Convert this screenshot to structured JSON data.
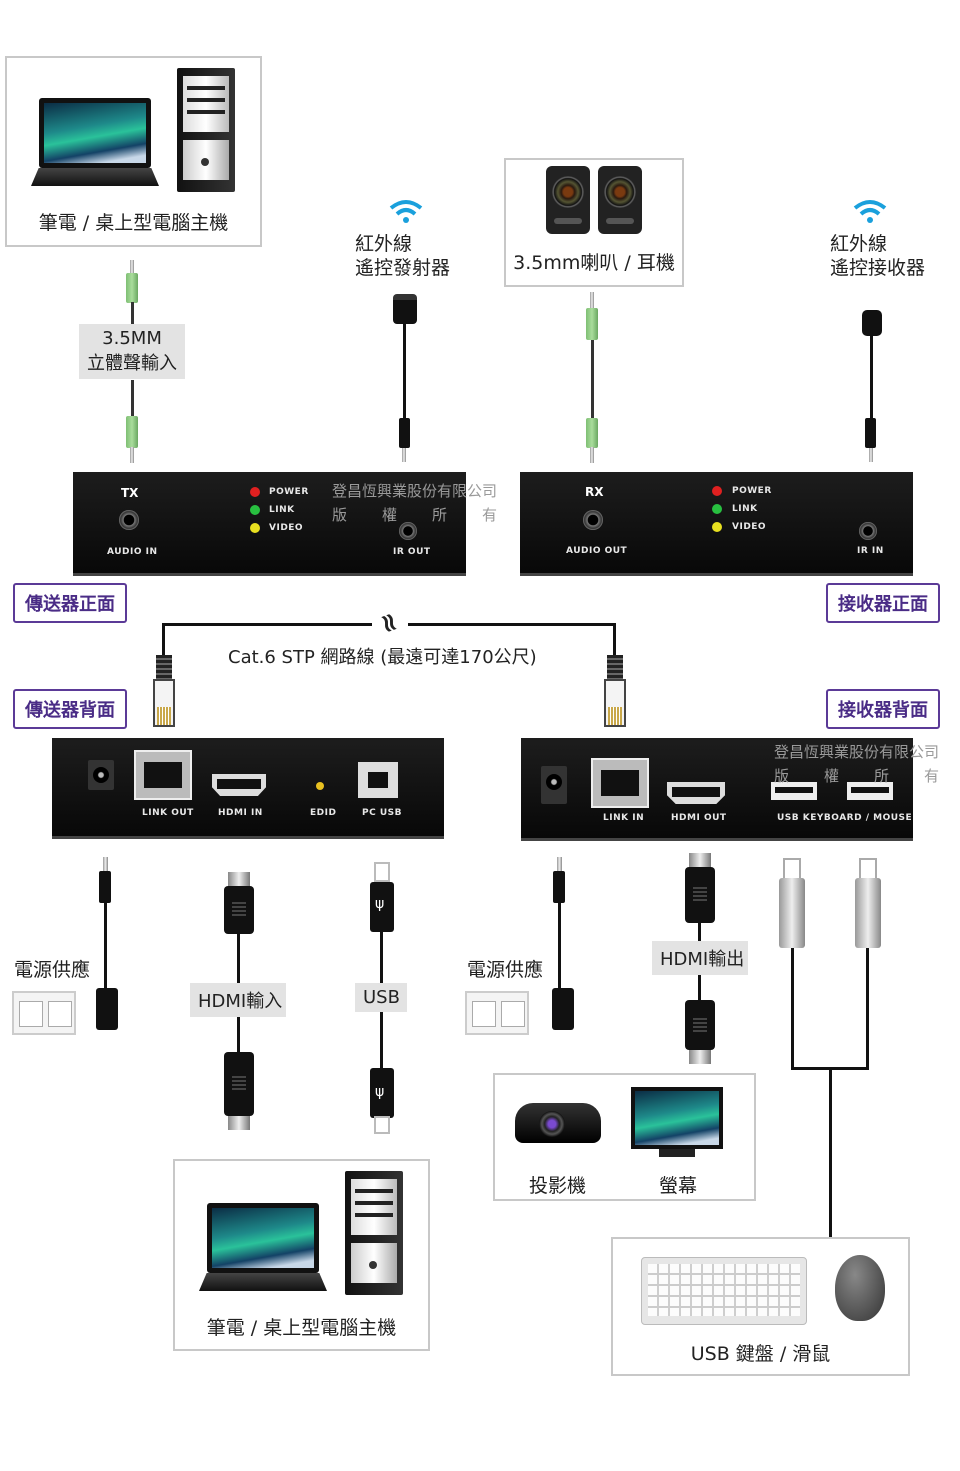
{
  "top_computer_caption": "筆電 / 桌上型電腦主機",
  "ir_tx_caption_line1": "紅外線",
  "ir_tx_caption_line2": "遙控發射器",
  "speaker_caption": "3.5mm喇叭 / 耳機",
  "ir_rx_caption_line1": "紅外線",
  "ir_rx_caption_line2": "遙控接收器",
  "audio_cable_label_line1": "3.5MM",
  "audio_cable_label_line2": "立體聲輸入",
  "tx_front": {
    "title": "TX",
    "audio_in": "AUDIO IN",
    "power": "POWER",
    "link": "LINK",
    "video": "VIDEO",
    "ir_out": "IR OUT"
  },
  "rx_front": {
    "title": "RX",
    "audio_out": "AUDIO OUT",
    "power": "POWER",
    "link": "LINK",
    "video": "VIDEO",
    "ir_in": "IR IN"
  },
  "watermark_line1": "登昌恆興業股份有限公司",
  "watermark_line2": [
    "版",
    "權",
    "所",
    "有"
  ],
  "tx_front_tag": "傳送器正面",
  "rx_front_tag": "接收器正面",
  "tx_back_tag": "傳送器背面",
  "rx_back_tag": "接收器背面",
  "cat6_label": "Cat.6 STP 網路線 (最遠可達170公尺)",
  "cable_break_symbol": "≈",
  "tx_back": {
    "link_out": "LINK OUT",
    "hdmi_in": "HDMI IN",
    "edid": "EDID",
    "pc_usb": "PC USB"
  },
  "rx_back": {
    "link_in": "LINK IN",
    "hdmi_out": "HDMI OUT",
    "usb_km": "USB KEYBOARD / MOUSE"
  },
  "power_caption": "電源供應",
  "hdmi_in_label": "HDMI輸入",
  "usb_label": "USB",
  "hdmi_out_label": "HDMI輸出",
  "projector_caption": "投影機",
  "monitor_caption": "螢幕",
  "bottom_computer_caption": "筆電 / 桌上型電腦主機",
  "keyboard_mouse_caption": "USB 鍵盤 / 滑鼠",
  "colors": {
    "tag_border": "#5b3a97",
    "audio_green": "#8fcf82",
    "led_red": "#e02020",
    "led_green": "#28c040",
    "led_yellow": "#e8e020",
    "wifi_blue": "#1aa0dc"
  }
}
